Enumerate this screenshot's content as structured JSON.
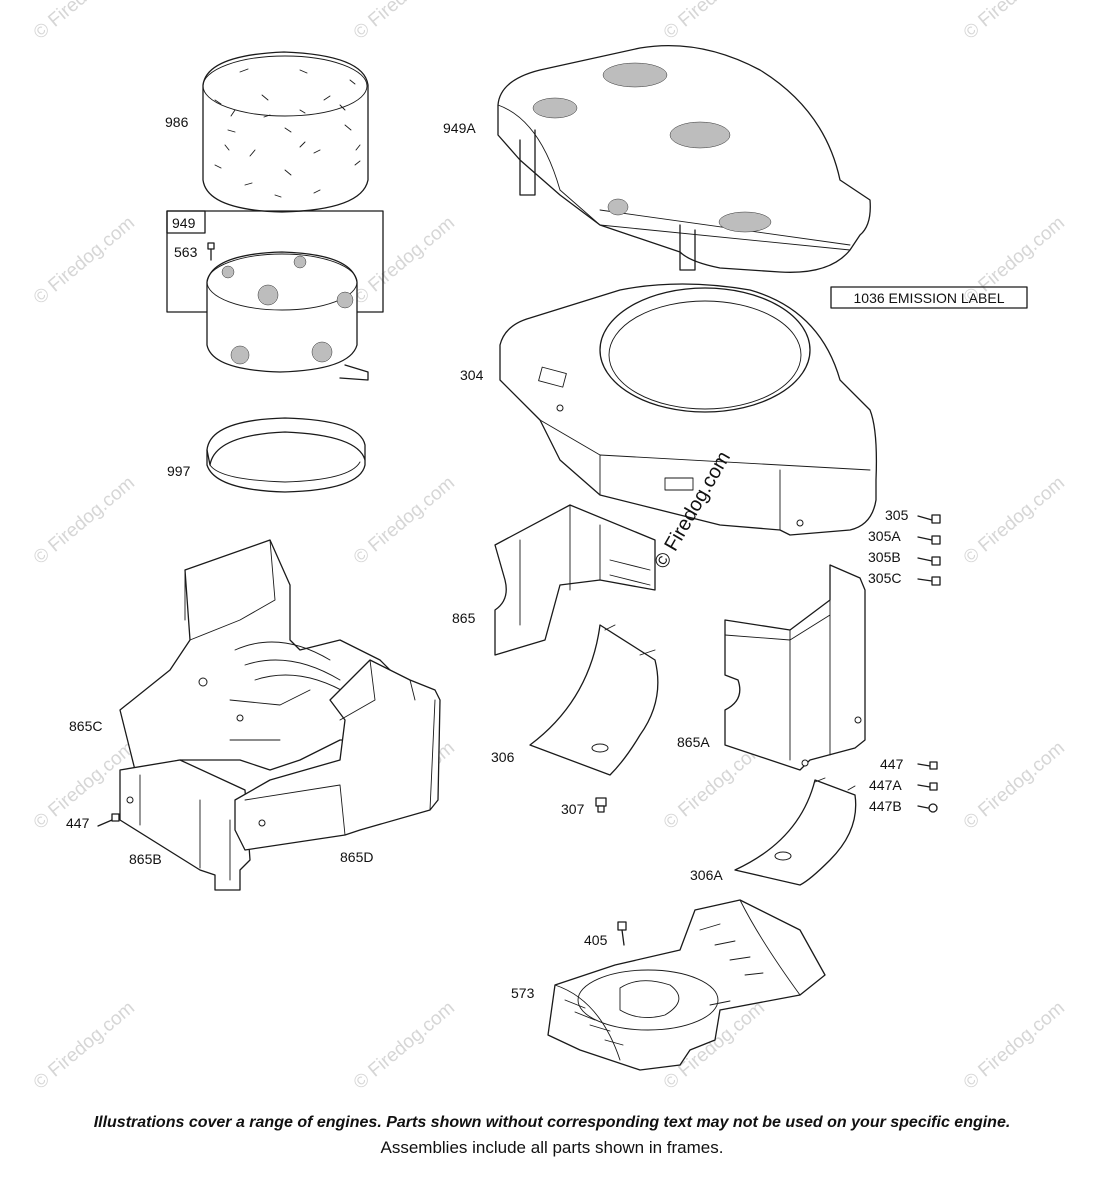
{
  "part_labels": {
    "p986": "986",
    "p949": "949",
    "p563": "563",
    "p997": "997",
    "p949A": "949A",
    "p304": "304",
    "p1036": "1036 EMISSION LABEL",
    "p305": "305",
    "p305A": "305A",
    "p305B": "305B",
    "p305C": "305C",
    "p865": "865",
    "p865C": "865C",
    "p306": "306",
    "p307": "307",
    "p865A": "865A",
    "p447_left": "447",
    "p865B": "865B",
    "p865D": "865D",
    "p447_right": "447",
    "p447A": "447A",
    "p447B": "447B",
    "p306A": "306A",
    "p405": "405",
    "p573": "573"
  },
  "watermark": {
    "text": "© Firedog.com"
  },
  "footer": {
    "line1": "Illustrations cover a range of engines. Parts shown without corresponding text may not be used on your specific engine.",
    "line2": "Assemblies include all parts shown in frames."
  }
}
